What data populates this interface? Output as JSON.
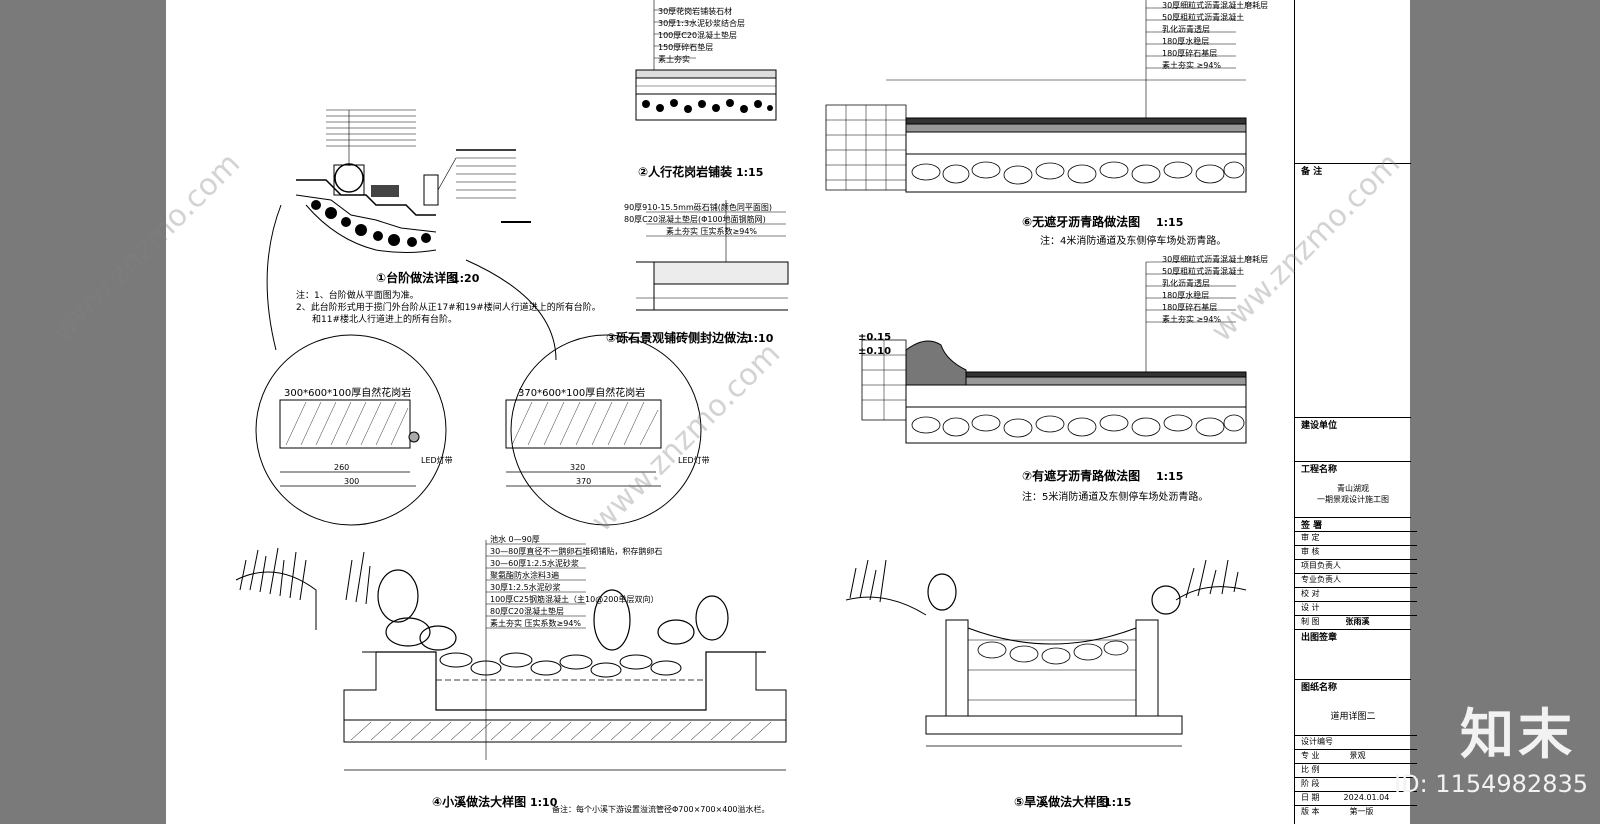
{
  "details": {
    "d1": {
      "title": "①台阶做法详图",
      "scale": "1:20",
      "notes": [
        "注：1、台阶做从平面图为准。",
        "2、此台阶形式用于揽门外台阶从正17#和19#楼间人行道进上的所有台阶。",
        "和11#楼北人行道进上的所有台阶。"
      ]
    },
    "d2": {
      "title": "②人行花岗岩铺装",
      "scale": "1:15",
      "layers": [
        "30厚花岗岩铺装石材",
        "30厚1:3水泥砂浆结合层",
        "100厚C20混凝土垫层",
        "150厚碎石垫层",
        "素土夯实"
      ]
    },
    "d3": {
      "title": "③砾石景观铺砖侧封边做法",
      "scale": "1:10",
      "layers": [
        "90厚910-15.5mm砾石铺(颜色同平面图)",
        "80厚C20混凝土垫层(Φ100地面钢筋网)",
        "素土夯实 压实系数≥94%"
      ]
    },
    "d4": {
      "title": "④小溪做法大样图",
      "scale": "1:10",
      "note": "备注：每个小溪下游设置溢流管径Φ700×700×400溢水栏。",
      "layers": [
        "池水 0—90厚",
        "30—80厚直径不一鹅卵石堆砌铺贴，积存鹅卵石",
        "30—60厚1:2.5水泥砂浆",
        "聚氨酯防水涂料3遍",
        "30厚1:2.5水泥砂浆",
        "100厚C25钢筋混凝土（主10@200单层双向）",
        "80厚C20混凝土垫层",
        "素土夯实 压实系数≥94%"
      ]
    },
    "d5": {
      "title": "⑤旱溪做法大样图",
      "scale": "1:15"
    },
    "d6": {
      "title": "⑥无遮牙沥青路做法图",
      "scale": "1:15",
      "note": "注：4米消防通道及东侧停车场处沥青路。",
      "layers": [
        "30厚细粒式沥青混凝土磨耗层",
        "50厚粗粒式沥青混凝土",
        "乳化沥青透层",
        "180厚水稳层",
        "180厚碎石基层",
        "素土夯实 ≥94%"
      ]
    },
    "d7": {
      "title": "⑦有遮牙沥青路做法图",
      "scale": "1:15",
      "note": "注：5米消防通道及东侧停车场处沥青路。",
      "layers": [
        "30厚细粒式沥青混凝土磨耗层",
        "50厚粗粒式沥青混凝土",
        "乳化沥青透层",
        "180厚水稳层",
        "180厚碎石基层",
        "素土夯实 ≥94%"
      ]
    },
    "circle1": {
      "label": "300*600*100厚自然花岗岩",
      "dims": [
        "260",
        "300"
      ],
      "led": "LED灯带"
    },
    "circle2": {
      "label": "370*600*100厚自然花岗岩",
      "dims": [
        "320",
        "370"
      ],
      "led": "LED灯带"
    },
    "misc": {
      "elev1": "±0.15",
      "elev2": "±0.10"
    }
  },
  "title_block": {
    "remarks": "备  注",
    "client": "建设单位",
    "project": "工程名称",
    "project_name": [
      "青山湖观",
      "一期景观设计施工图"
    ],
    "sign": "签  署",
    "sign_rows": [
      "审  定",
      "审  核",
      "项目负责人",
      "专业负责人",
      "校  对",
      "设  计",
      "制  图"
    ],
    "designer_sig": "张雨溪",
    "stamp": "出图签章",
    "drawing_name_label": "图纸名称",
    "drawing_name": "道用详图二",
    "info": [
      [
        "设计编号",
        ""
      ],
      [
        "专  业",
        "景观"
      ],
      [
        "比  例",
        ""
      ],
      [
        "阶  段",
        ""
      ],
      [
        "日  期",
        "2024.01.04"
      ],
      [
        "版  本",
        "第一版"
      ]
    ]
  },
  "watermark": {
    "logo": "知末",
    "id": "ID: 1154982835",
    "site": "www.znzmo.com"
  }
}
